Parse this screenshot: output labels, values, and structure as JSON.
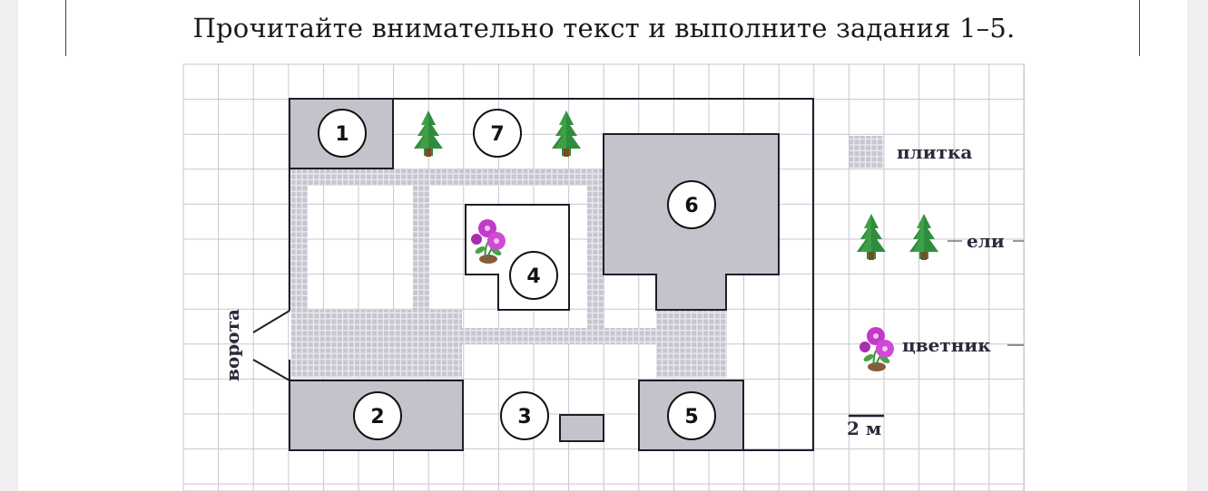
{
  "header": {
    "title": "Прочитайте внимательно текст и выполните задания 1–5."
  },
  "plan": {
    "gate_label": "ворота",
    "building_numbers": [
      "1",
      "2",
      "3",
      "4",
      "5",
      "6",
      "7"
    ],
    "icons": [
      "tree-icon",
      "flower-bed-icon"
    ]
  },
  "legend": {
    "tile_label": "плитка",
    "trees_label": "ели",
    "flowerbed_label": "цветник",
    "scale_label": "2 м"
  },
  "colors": {
    "grid": "#c7c7d1",
    "building": "#c3c3cc",
    "tile": "#d6d6de",
    "border": "#1e1e2a",
    "tree": "#2e8b3a",
    "flower": "#c03bc8"
  }
}
